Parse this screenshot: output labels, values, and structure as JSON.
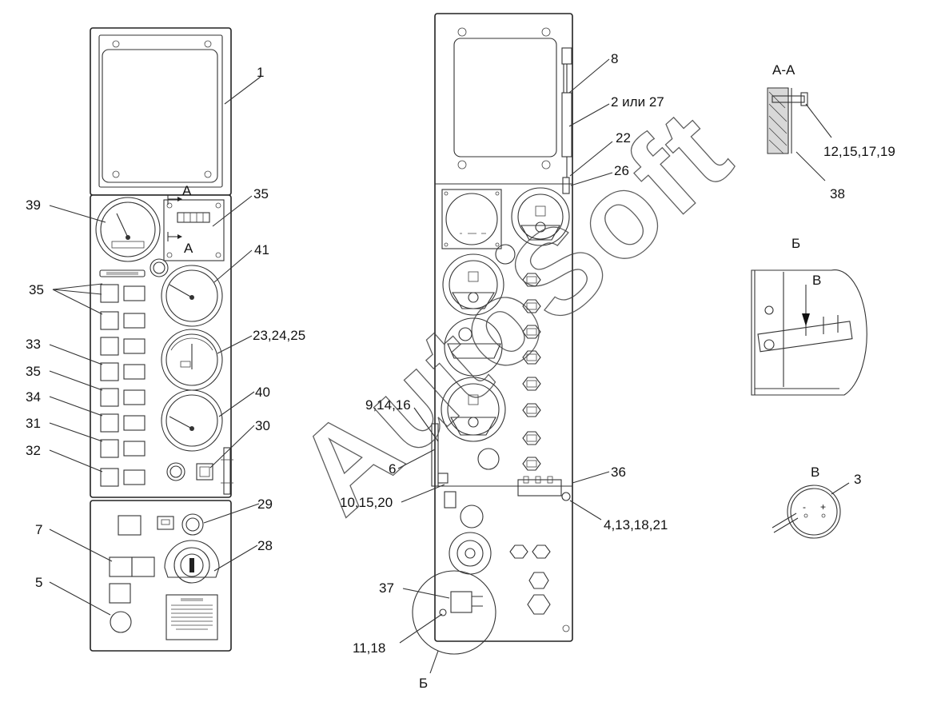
{
  "diagram": {
    "watermark": "AutoSoft",
    "front_view_callouts": {
      "c1": "1",
      "c39": "39",
      "c35_top": "35",
      "c41": "41",
      "c35_left": "35",
      "c23": "23,24,25",
      "c33": "33",
      "c35_mid": "35",
      "c34": "34",
      "c40": "40",
      "c31": "31",
      "c30": "30",
      "c32": "32",
      "c29": "29",
      "c7": "7",
      "c28": "28",
      "c5": "5"
    },
    "section_mark": "А",
    "rear_view_callouts": {
      "c8": "8",
      "c2": "2 или 27",
      "c22": "22",
      "c26": "26",
      "c9": "9,14,16",
      "c6": "6",
      "c10": "10,15,20",
      "c36": "36",
      "c4": "4,13,18,21",
      "c37": "37",
      "c11": "11,18",
      "cB": "Б"
    },
    "detail_views": {
      "aa_title": "А-А",
      "aa_c12": "12,15,17,19",
      "aa_c38": "38",
      "b_title": "Б",
      "b_arrow": "В",
      "v_title": "В",
      "v_c3": "3",
      "v_minus": "-",
      "v_plus": "+"
    }
  }
}
